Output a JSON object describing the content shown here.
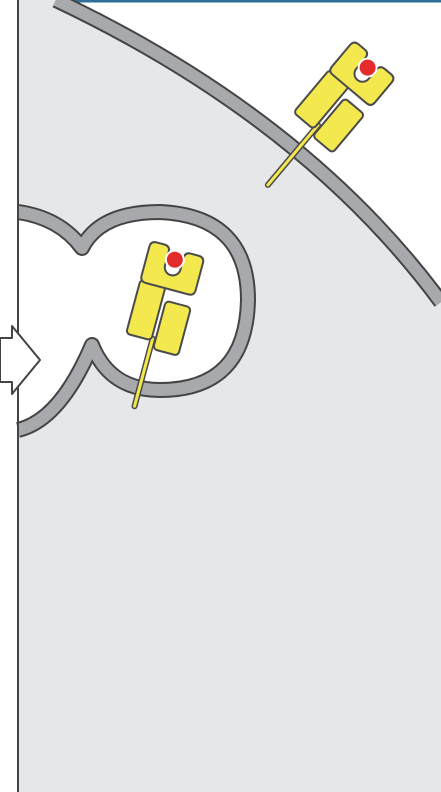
{
  "diagram": {
    "title": "",
    "colors": {
      "cell_interior": "#e6e7e9",
      "membrane": "#a7a9ac",
      "outline": "#444444",
      "receptor_fill": "#f4e84f",
      "receptor_outline": "#4b4b4b",
      "ligand": "#e32b2b",
      "vesicle_lumen": "#ffffff",
      "arrow_fill": "#ffffff",
      "frame_top": "#2f6f9a"
    },
    "elements": [
      {
        "name": "surface-receptor",
        "icon": "receptor-icon",
        "bound_ligand": true
      },
      {
        "name": "vesicle-receptor",
        "icon": "receptor-icon",
        "bound_ligand": true
      },
      {
        "name": "endocytic-vesicle",
        "icon": "vesicle-icon"
      },
      {
        "name": "entry-arrow",
        "icon": "arrow-right-icon"
      }
    ]
  }
}
